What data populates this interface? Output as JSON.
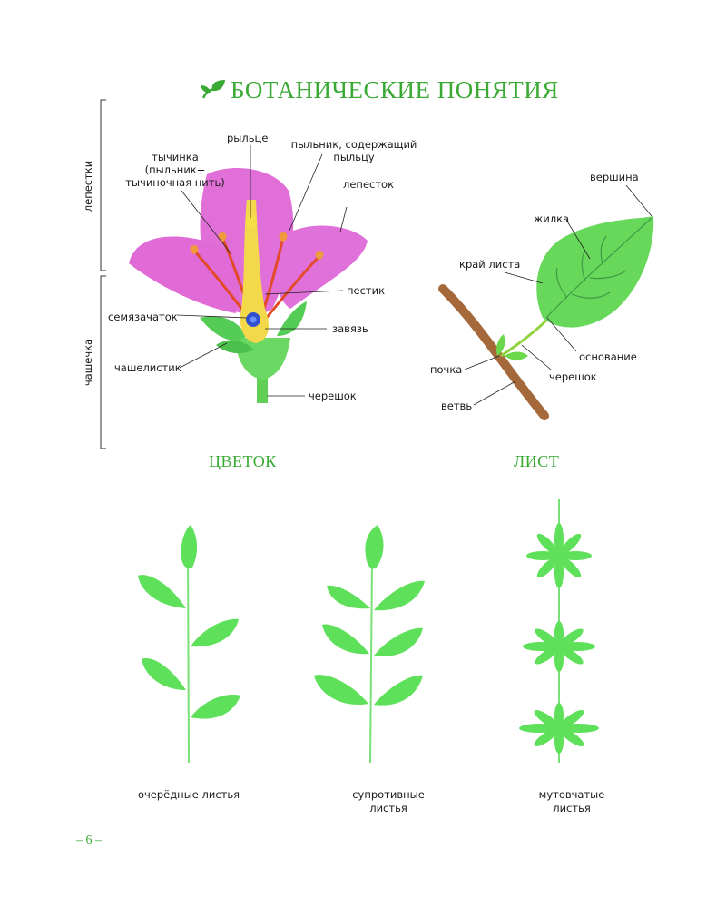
{
  "title": "БОТАНИЧЕСКИЕ ПОНЯТИЯ",
  "flower": {
    "section_title": "ЦВЕТОК",
    "bracket_labels": {
      "petals": "лепестки",
      "calyx": "чашечка"
    },
    "labels": {
      "stigma": "рыльце",
      "stamen": [
        "тычинка",
        "(пыльник+",
        "тычиночная нить)"
      ],
      "anther": [
        "пыльник, содержащий",
        "пыльцу"
      ],
      "petal": "лепесток",
      "pistil": "пестик",
      "ovule": "семязачаток",
      "ovary": "завязь",
      "sepal": "чашелистик",
      "stalk": "черешок"
    }
  },
  "leaf": {
    "section_title": "ЛИСТ",
    "labels": {
      "apex": "вершина",
      "vein": "жилка",
      "margin": "край листа",
      "base": "основание",
      "bud": "почка",
      "petiole": "черешок",
      "branch": "ветвь"
    }
  },
  "arrangements": {
    "alternate": "очерёдные листья",
    "opposite": [
      "супротивные",
      "листья"
    ],
    "whorled": [
      "мутовчатые",
      "листья"
    ]
  },
  "page_number": "– 6 –",
  "colors": {
    "accent_green": "#3aaa35",
    "leaf_green": "#5fe05a",
    "petal_pink": "#e265d8",
    "stem_brown": "#a5683a"
  }
}
